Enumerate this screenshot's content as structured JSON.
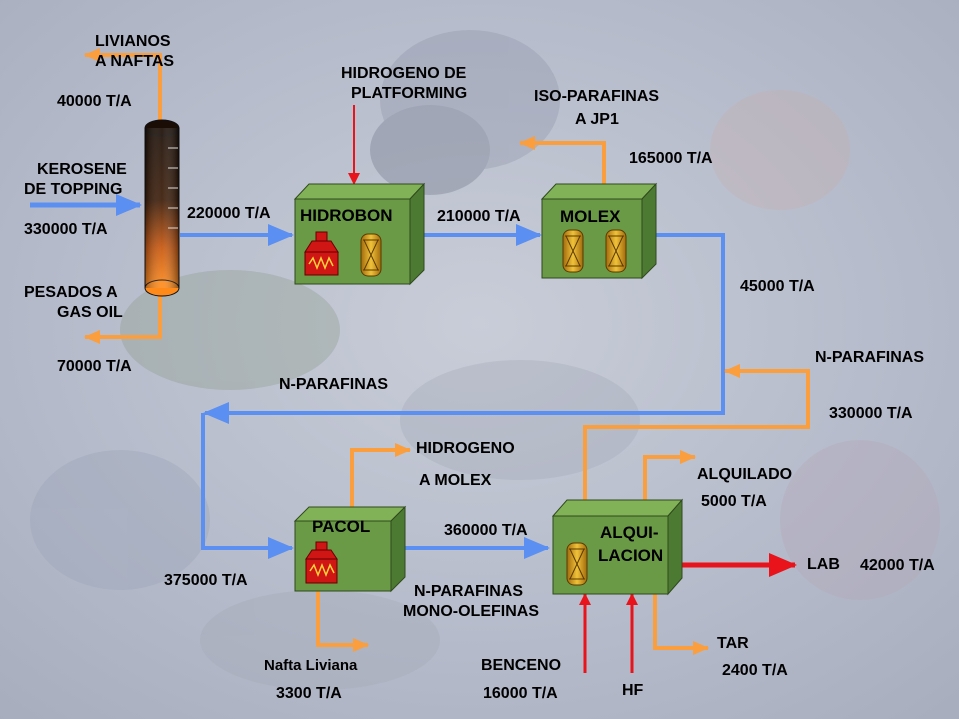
{
  "colors": {
    "blue_flow": "#5b8ff2",
    "orange_flow": "#fb9e3e",
    "red_flow": "#e8131b",
    "box_face": "#6a9a45",
    "box_top": "#82b257",
    "box_side": "#4d7a32"
  },
  "units": {
    "hidrobon": "HIDROBON",
    "molex": "MOLEX",
    "pacol": "PACOL",
    "alquilacion_1": "ALQUI-",
    "alquilacion_2": "LACION"
  },
  "labels": {
    "livianos_1": "LIVIANOS",
    "livianos_2": "A NAFTAS",
    "livianos_flow": "40000 T/A",
    "kerosene_1": "KEROSENE",
    "kerosene_2": "DE TOPPING",
    "kerosene_flow": "330000 T/A",
    "pesados_1": "PESADOS  A",
    "pesados_2": "GAS OIL",
    "pesados_flow": "70000 T/A",
    "hidrogeno_plat_1": "HIDROGENO DE",
    "hidrogeno_plat_2": "PLATFORMING",
    "feed_hidrobon": "220000 T/A",
    "hidrobon_to_molex": "210000 T/A",
    "isoparafinas_1": "ISO-PARAFINAS",
    "isoparafinas_2": "A JP1",
    "isoparafinas_flow": "165000 T/A",
    "molex_out": "45000 T/A",
    "nparafinas_recycle": "N-PARAFINAS",
    "nparafinas_recycle_flow": "330000 T/A",
    "nparafinas_main": "N-PARAFINAS",
    "pacol_feed": "375000 T/A",
    "hidrogeno_molex_1": "HIDROGENO",
    "hidrogeno_molex_2": "A MOLEX",
    "pacol_to_alq": "360000 T/A",
    "nparafinas_mono_1": "N-PARAFINAS",
    "nparafinas_mono_2": "MONO-OLEFINAS",
    "alquilado_1": "ALQUILADO",
    "alquilado_2": "5000 T/A",
    "lab": "LAB",
    "lab_flow": "42000 T/A",
    "nafta_liviana_1": "Nafta Liviana",
    "nafta_liviana_2": "3300 T/A",
    "benceno_1": "BENCENO",
    "benceno_2": "16000 T/A",
    "hf": "HF",
    "tar_1": "TAR",
    "tar_2": "2400 T/A"
  }
}
